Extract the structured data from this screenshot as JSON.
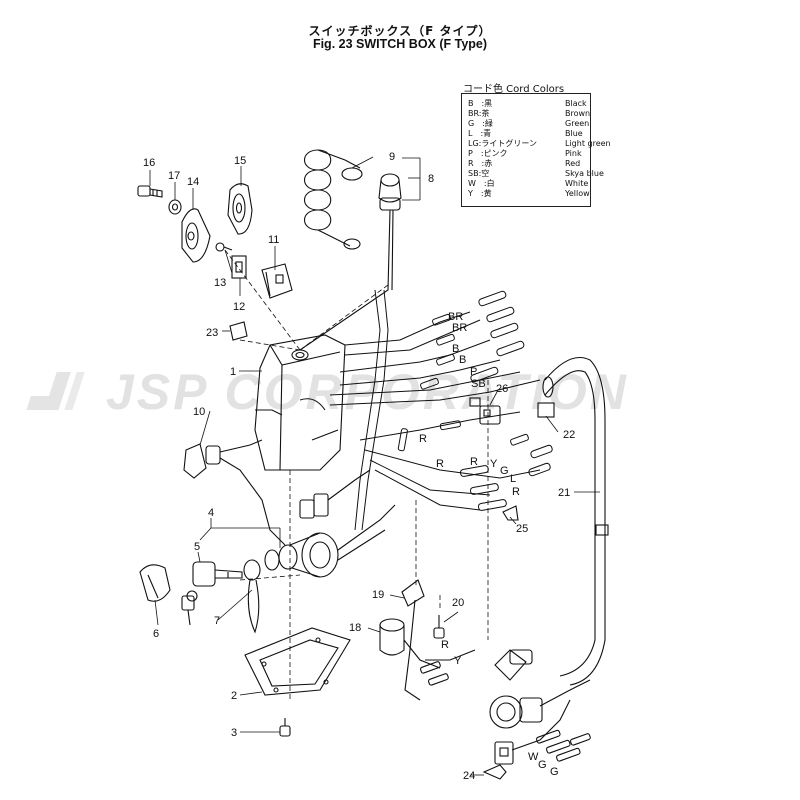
{
  "title": {
    "japanese": "スイッチボックス（F タイプ）",
    "english": "Fig. 23   SWITCH BOX (F Type)"
  },
  "watermark": "JSP CORPORATION",
  "legend": {
    "title": "コード色 Cord Colors",
    "rows": [
      {
        "code": "B　:黒",
        "english": "Black"
      },
      {
        "code": "BR:茶",
        "english": "Brown"
      },
      {
        "code": "G　:緑",
        "english": "Green"
      },
      {
        "code": "L　:青",
        "english": "Blue"
      },
      {
        "code": "LG:ライトグリーン",
        "english": "Light green"
      },
      {
        "code": "P　:ピンク",
        "english": "Pink"
      },
      {
        "code": "R　:赤",
        "english": "Red"
      },
      {
        "code": "SB:空",
        "english": "Skya blue"
      },
      {
        "code": "W　:白",
        "english": "White"
      },
      {
        "code": "Y　:黄",
        "english": "Yellow"
      }
    ]
  },
  "callouts": [
    "1",
    "2",
    "3",
    "4",
    "5",
    "6",
    "7",
    "8",
    "9",
    "10",
    "11",
    "12",
    "13",
    "14",
    "15",
    "16",
    "17",
    "18",
    "19",
    "20",
    "21",
    "22",
    "23",
    "24",
    "25",
    "26"
  ],
  "wire_labels": [
    "BR",
    "BR",
    "B",
    "B",
    "P",
    "SB",
    "R",
    "R",
    "R",
    "Y",
    "G",
    "L",
    "R",
    "R",
    "Y",
    "W",
    "G",
    "G"
  ]
}
